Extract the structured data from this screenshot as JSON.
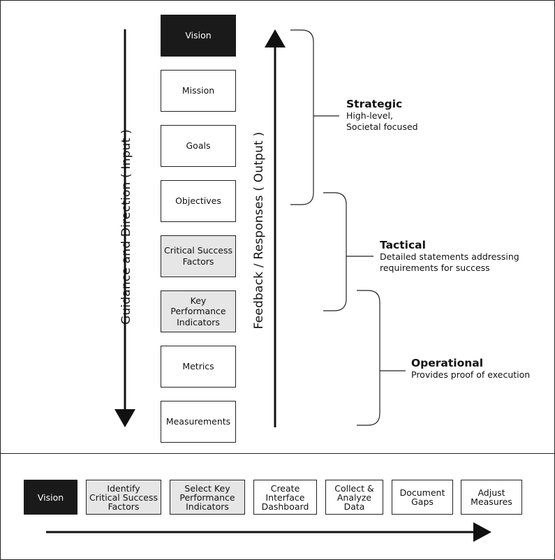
{
  "hierarchy": {
    "levels": [
      {
        "label": "Vision",
        "style": "dark"
      },
      {
        "label": "Mission",
        "style": "white"
      },
      {
        "label": "Goals",
        "style": "white"
      },
      {
        "label": "Objectives",
        "style": "white"
      },
      {
        "label": "Critical Success Factors",
        "style": "gray"
      },
      {
        "label": "Key Performance Indicators",
        "style": "gray"
      },
      {
        "label": "Metrics",
        "style": "white"
      },
      {
        "label": "Measurements",
        "style": "white"
      }
    ],
    "down_arrow_label": "Guidance and Direction ( Input )",
    "up_arrow_label": "Feedback / Responses ( Output )"
  },
  "tiers": [
    {
      "title": "Strategic",
      "description": "High-level,\nSocietal focused"
    },
    {
      "title": "Tactical",
      "description": "Detailed statements addressing\nrequirements for success"
    },
    {
      "title": "Operational",
      "description": "Provides proof of execution"
    }
  ],
  "process": {
    "steps": [
      {
        "label": "Vision",
        "style": "dark"
      },
      {
        "label": "Identify\nCritical Success\nFactors",
        "style": "gray"
      },
      {
        "label": "Select Key\nPerformance\nIndicators",
        "style": "gray"
      },
      {
        "label": "Create\nInterface\nDashboard",
        "style": "white"
      },
      {
        "label": "Collect &\nAnalyze\nData",
        "style": "white"
      },
      {
        "label": "Document\nGaps",
        "style": "white"
      },
      {
        "label": "Adjust\nMeasures",
        "style": "white"
      }
    ]
  },
  "colors": {
    "dark_fill": "#1a1a1a",
    "gray_fill": "#e6e6e6",
    "line": "#222222"
  }
}
